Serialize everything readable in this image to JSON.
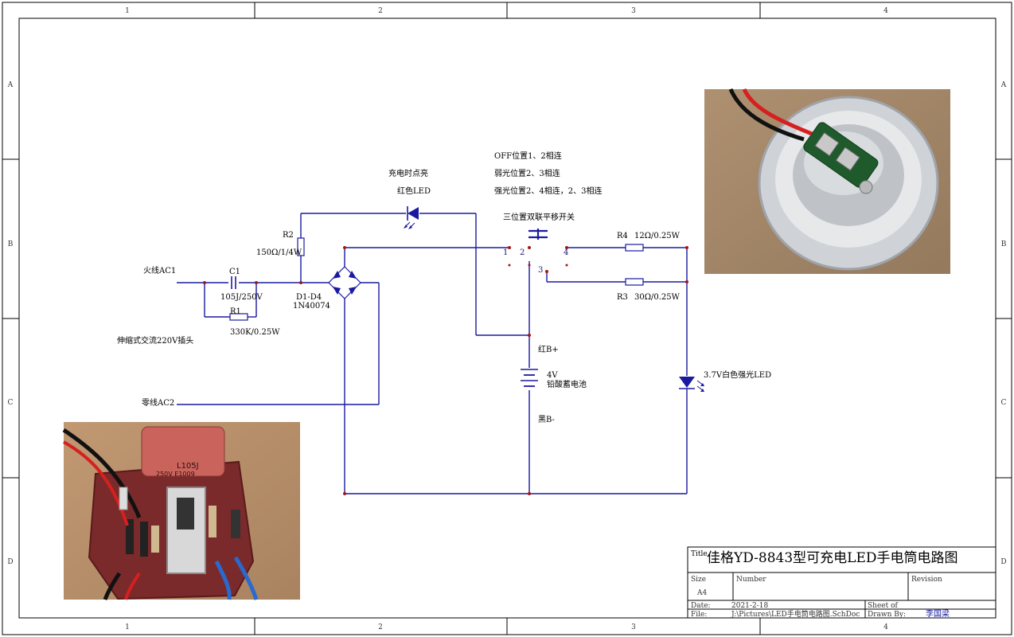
{
  "frame": {
    "cols": [
      "1",
      "2",
      "3",
      "4"
    ],
    "rows": [
      "A",
      "B",
      "C",
      "D"
    ]
  },
  "notes": {
    "off": "OFF位置1、2相连",
    "weak": "弱光位置2、3相连",
    "strong": "强光位置2、4相连，2、3相连"
  },
  "labels": {
    "charge_note": "充电时点亮",
    "red_led": "红色LED",
    "switch": "三位置双联平移开关",
    "r2": "R2",
    "r2_val": "150Ω/1/4W",
    "r4": "R4",
    "r4_val": "12Ω/0.25W",
    "r3": "R3",
    "r3_val": "30Ω/0.25W",
    "live": "火线AC1",
    "c1": "C1",
    "c1_val": "105J/250V",
    "r1": "R1",
    "r1_val": "330K/0.25W",
    "bridge": "D1-D4",
    "bridge_val": "1N40074",
    "plug": "伸缩式交流220V插头",
    "neutral": "零线AC2",
    "bplus": "红B+",
    "batt_v": "4V",
    "batt": "铅酸蓄电池",
    "bminus": "黑B-",
    "white_led": "3.7V白色强光LED",
    "p1": "1",
    "p2": "2",
    "p3": "3",
    "p4": "4"
  },
  "title_block": {
    "title_label": "Title",
    "title": "佳格YD-8843型可充电LED手电筒电路图",
    "size_label": "Size",
    "size": "A4",
    "number_label": "Number",
    "revision_label": "Revision",
    "date_label": "Date:",
    "date": "2021-2-18",
    "sheet_label": "Sheet    of",
    "file_label": "File:",
    "file": "J:\\Pictures\\LED手电筒电路图.SchDoc",
    "drawn_label": "Drawn By:",
    "drawn": "李国梁"
  },
  "photos": {
    "board_capacitor_text": "L105J",
    "board_capacitor_text2": "250V E1009"
  },
  "colors": {
    "wire": "#1a1aa0",
    "text": "#1a1a6e"
  }
}
